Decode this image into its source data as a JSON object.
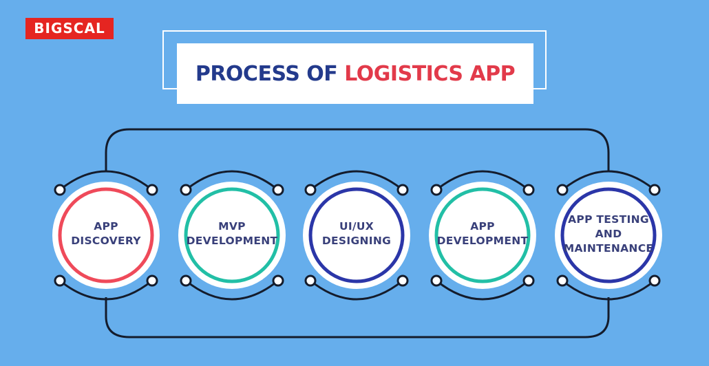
{
  "brand": {
    "logo_text": "BIGSCAL",
    "logo_color": "#e52521"
  },
  "title": {
    "part1": "PROCESS OF",
    "part2": "LOGISTICS APP",
    "part1_color": "#233a8c",
    "part2_color": "#e23a4a"
  },
  "steps": [
    {
      "label": "APP DISCOVERY",
      "lines": [
        "APP",
        "DISCOVERY"
      ],
      "ring_color": "#ef4a5a"
    },
    {
      "label": "MVP DEVELOPMENT",
      "lines": [
        "MVP",
        "DEVELOPMENT"
      ],
      "ring_color": "#22bfa6"
    },
    {
      "label": "UI/UX DESIGNING",
      "lines": [
        "UI/UX",
        "DESIGNING"
      ],
      "ring_color": "#2b36a8"
    },
    {
      "label": "APP DEVELOPMENT",
      "lines": [
        "APP",
        "DEVELOPMENT"
      ],
      "ring_color": "#22bfa6"
    },
    {
      "label": "APP TESTING AND MAINTENANCE",
      "lines": [
        "APP TESTING",
        "AND",
        "MAINTENANCE"
      ],
      "ring_color": "#2b36a8"
    }
  ],
  "colors": {
    "background": "#66aeec",
    "connector": "#141c2c",
    "label": "#39407a"
  }
}
